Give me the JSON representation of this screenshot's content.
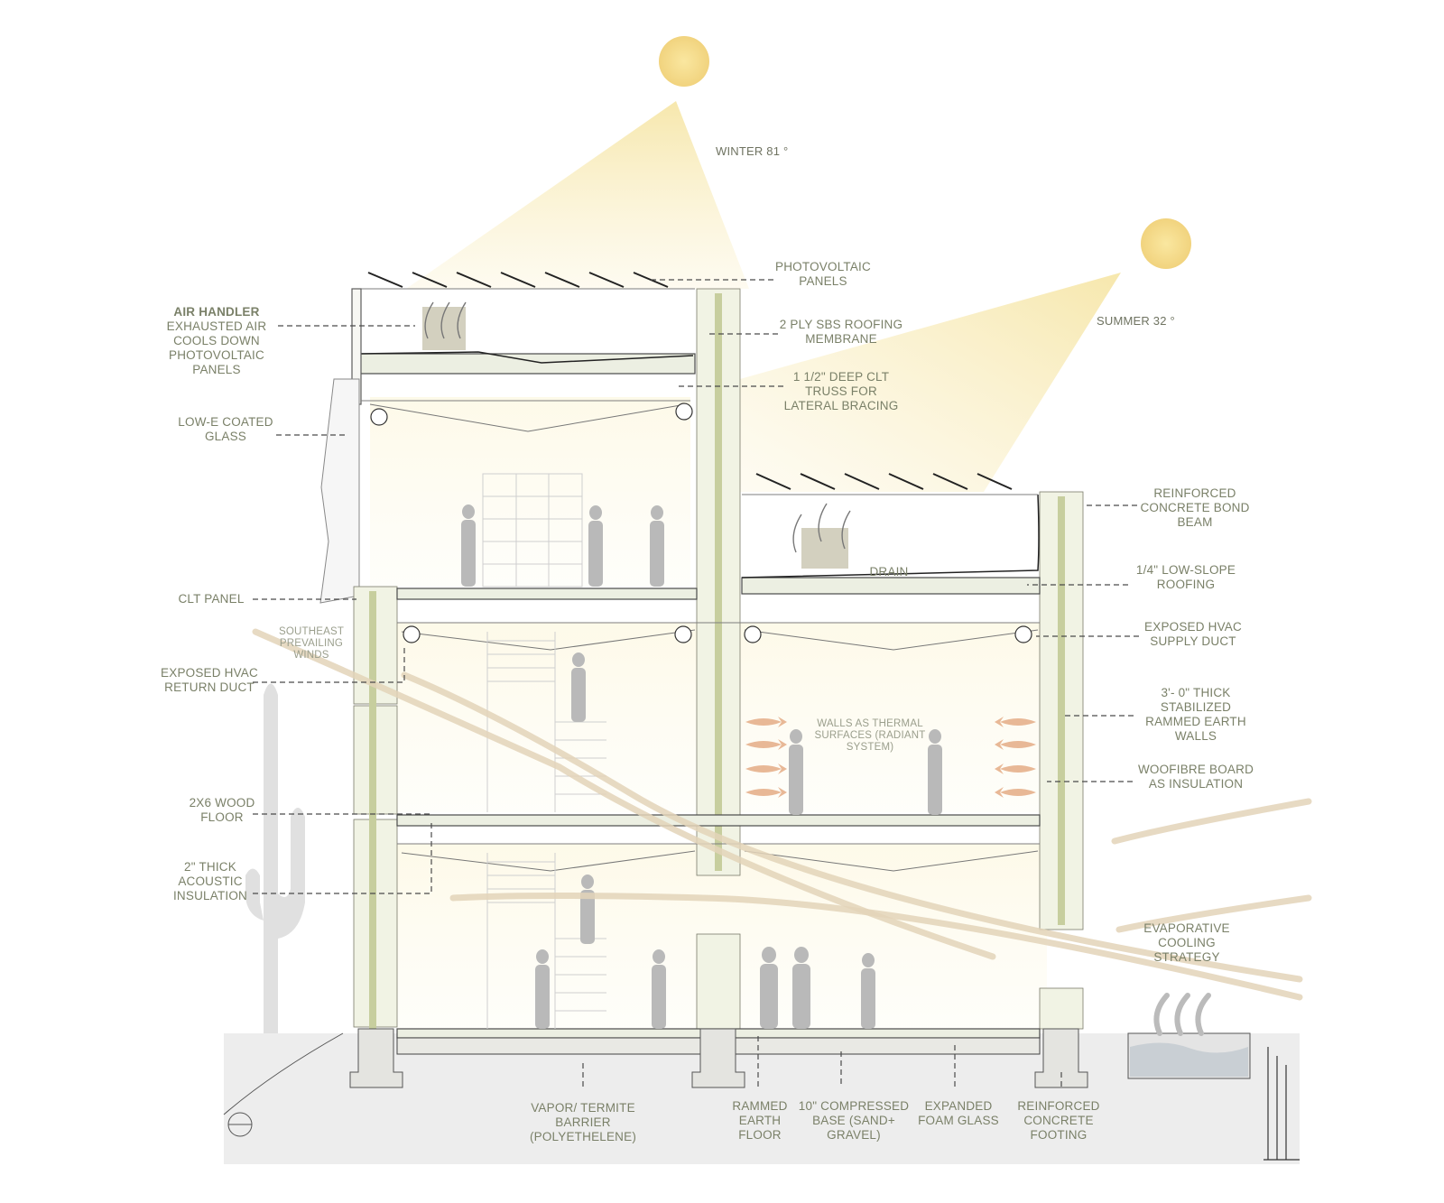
{
  "sun_labels": {
    "winter": "WINTER 81 °",
    "summer": "SUMMER 32 °"
  },
  "labels_left": {
    "air_handler_title": "AIR HANDLER",
    "air_handler_lines": [
      "EXHAUSTED AIR",
      "COOLS DOWN",
      "PHOTOVOLTAIC",
      "PANELS"
    ],
    "low_e": [
      "LOW-E COATED",
      "GLASS"
    ],
    "clt_panel": [
      "CLT PANEL"
    ],
    "return_duct": [
      "EXPOSED HVAC",
      "RETURN DUCT"
    ],
    "wood_floor": [
      "2X6 WOOD",
      "FLOOR"
    ],
    "acoustic": [
      "2\" THICK",
      "ACOUSTIC",
      "INSULATION"
    ]
  },
  "labels_center": {
    "pv": [
      "PHOTOVOLTAIC",
      "PANELS"
    ],
    "sbs": [
      "2 PLY SBS ROOFING",
      "MEMBRANE"
    ],
    "clt_truss": [
      "1 1/2\" DEEP CLT",
      "TRUSS FOR",
      "LATERAL BRACING"
    ],
    "drain": "DRAIN",
    "winds": [
      "SOUTHEAST",
      "PREVAILING",
      "WINDS"
    ],
    "thermal": [
      "WALLS AS THERMAL",
      "SURFACES (RADIANT",
      "SYSTEM)"
    ]
  },
  "labels_right": {
    "bond_beam": [
      "REINFORCED",
      "CONCRETE BOND",
      "BEAM"
    ],
    "low_slope": [
      "1/4\" LOW-SLOPE",
      "ROOFING"
    ],
    "supply_duct": [
      "EXPOSED HVAC",
      "SUPPLY DUCT"
    ],
    "rammed_walls": [
      "3'- 0\" THICK",
      "STABILIZED",
      "RAMMED EARTH",
      "WALLS"
    ],
    "woodfibre": [
      "WOOFIBRE BOARD",
      "AS INSULATION"
    ],
    "evaporative": [
      "EVAPORATIVE",
      "COOLING",
      "STRATEGY"
    ]
  },
  "labels_bottom": {
    "vapor": [
      "VAPOR/ TERMITE",
      "BARRIER",
      "(POLYETHELENE)"
    ],
    "rammed_floor": [
      "RAMMED",
      "EARTH",
      "FLOOR"
    ],
    "base": [
      "10\" COMPRESSED",
      "BASE (SAND+",
      "GRAVEL)"
    ],
    "foam": [
      "EXPANDED",
      "FOAM GLASS"
    ],
    "footing": [
      "REINFORCED",
      "CONCRETE",
      "FOOTING"
    ]
  },
  "colors": {
    "label_text": "#7a8068",
    "sun": "#f3dc8e",
    "sun_ray": "#f1e2a6",
    "rammed_earth": "#f1f3e4",
    "wind": "#e3d4b8",
    "heat_arrow": "#e8b896",
    "ground": "#ededed"
  }
}
